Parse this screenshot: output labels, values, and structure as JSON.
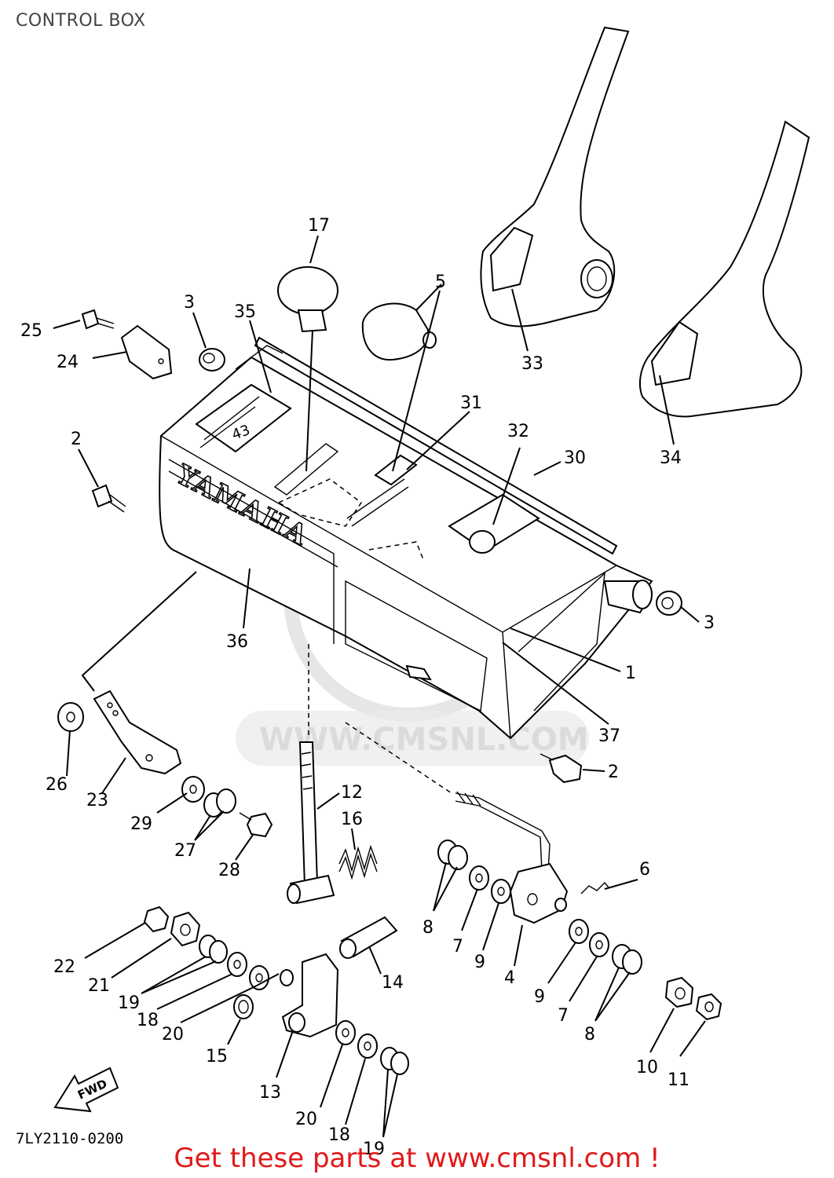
{
  "page": {
    "title": "CONTROL BOX",
    "drawing_code": "7LY2110-0200",
    "promo_text": "Get these parts at www.cmsnl.com !"
  },
  "box": {
    "brand_text": "YAMAHA",
    "decal_text": "43"
  },
  "arrow": {
    "text": "FWD"
  },
  "watermark": {
    "text": "WWW.CMSNL.COM"
  },
  "callouts": {
    "c1": "1",
    "c2a": "2",
    "c2b": "2",
    "c3a": "3",
    "c3b": "3",
    "c4": "4",
    "c5": "5",
    "c6": "6",
    "c7a": "7",
    "c7b": "7",
    "c8a": "8",
    "c8b": "8",
    "c9a": "9",
    "c9b": "9",
    "c10": "10",
    "c11": "11",
    "c12": "12",
    "c13": "13",
    "c14": "14",
    "c15": "15",
    "c16": "16",
    "c17": "17",
    "c18a": "18",
    "c18b": "18",
    "c19a": "19",
    "c19b": "19",
    "c20a": "20",
    "c20b": "20",
    "c21": "21",
    "c22": "22",
    "c23": "23",
    "c24": "24",
    "c25": "25",
    "c26": "26",
    "c27": "27",
    "c28": "28",
    "c29": "29",
    "c30": "30",
    "c31": "31",
    "c32": "32",
    "c33": "33",
    "c34": "34",
    "c35": "35",
    "c36": "36",
    "c37": "37"
  }
}
